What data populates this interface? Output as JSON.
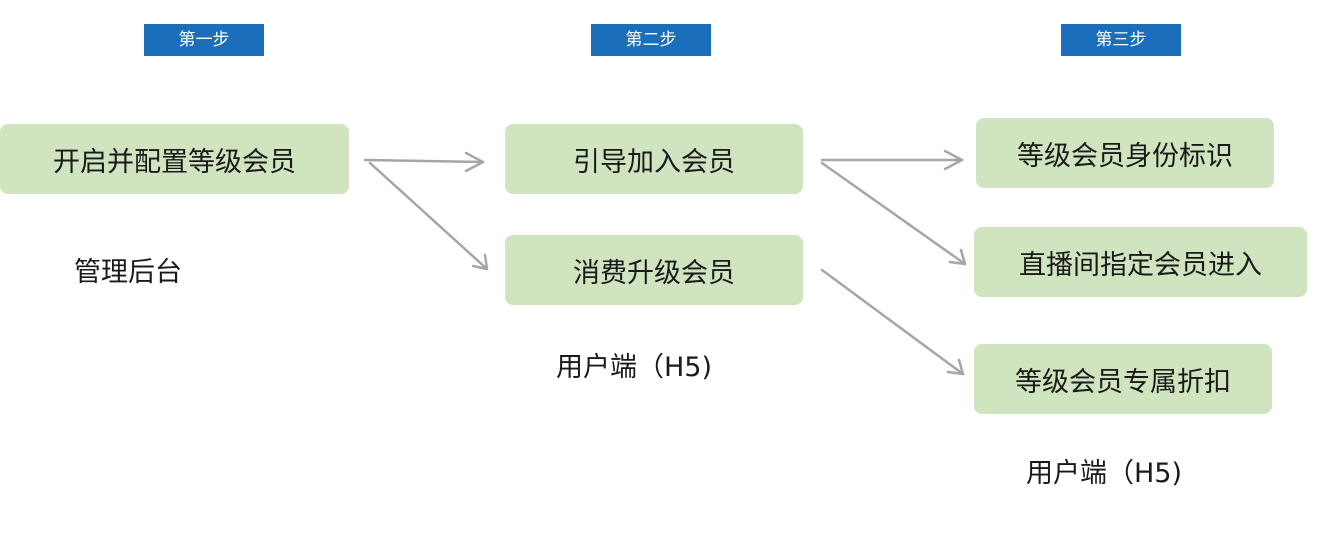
{
  "steps": {
    "step1": "第一步",
    "step2": "第二步",
    "step3": "第三步"
  },
  "column1": {
    "box": "开启并配置等级会员",
    "caption": "管理后台"
  },
  "column2": {
    "box_join": "引导加入会员",
    "box_upgrade": "消费升级会员",
    "caption": "用户端（H5)"
  },
  "column3": {
    "box_badge": "等级会员身份标识",
    "box_live": "直播间指定会员进入",
    "box_discount": "等级会员专属折扣",
    "caption": "用户端（H5)"
  },
  "colors": {
    "step_tag": "#1b6fba",
    "box_fill": "#cfe4bf",
    "arrow": "#a6a6a6"
  }
}
